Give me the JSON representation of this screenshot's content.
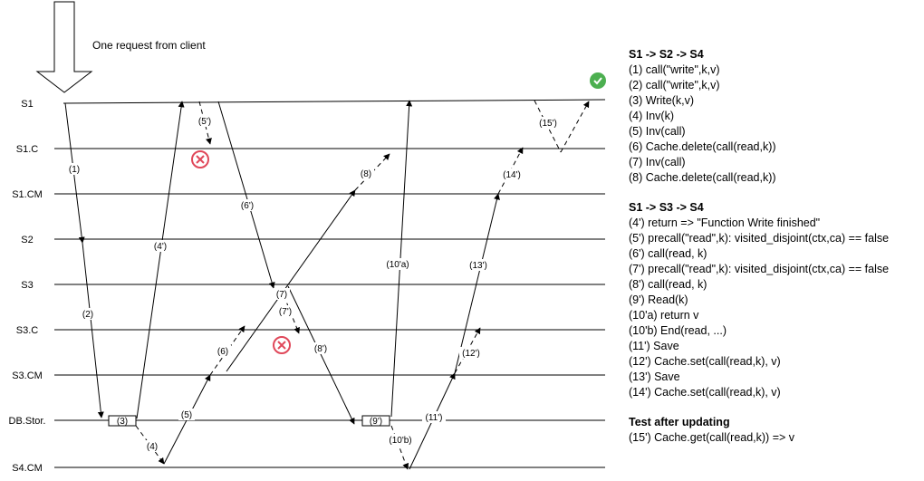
{
  "client_note": "One request from client",
  "lanes": [
    "S1",
    "S1.C",
    "S1.CM",
    "S2",
    "S3",
    "S3.C",
    "S3.CM",
    "DB.Stor.",
    "S4.CM"
  ],
  "message_labels": {
    "m1": "(1)",
    "m2": "(2)",
    "m3": "(3)",
    "m4": "(4)",
    "m4p": "(4')",
    "m5": "(5)",
    "m5p": "(5')",
    "m6": "(6)",
    "m6p": "(6')",
    "m7": "(7)",
    "m7p": "(7')",
    "m8": "(8)",
    "m8p": "(8')",
    "m9p": "(9')",
    "m10a": "(10'a)",
    "m10b": "(10'b)",
    "m11p": "(11')",
    "m12p": "(12')",
    "m13p": "(13')",
    "m14p": "(14')",
    "m15p": "(15')"
  },
  "colors": {
    "fail": "#e0485a",
    "success": "#4caf50"
  },
  "icons": {
    "fail": "x-circle-icon",
    "success": "check-circle-icon"
  },
  "panel": {
    "section1": {
      "title": "S1 -> S2 -> S4",
      "lines": [
        "(1) call(\"write\",k,v)",
        "(2) call(\"write\",k,v)",
        "(3) Write(k,v)",
        "(4) Inv(k)",
        "(5) Inv(call)",
        "(6) Cache.delete(call(read,k))",
        "(7) Inv(call)",
        "(8) Cache.delete(call(read,k))"
      ]
    },
    "section2": {
      "title": "S1 -> S3 -> S4",
      "lines": [
        "(4') return => \"Function Write finished\"",
        "(5') precall(\"read\",k): visited_disjoint(ctx,ca) == false",
        "(6') call(read, k)",
        "(7') precall(\"read\",k): visited_disjoint(ctx,ca) == false",
        "(8') call(read, k)",
        "(9') Read(k)",
        "(10'a) return v",
        "(10'b) End(read, ...)",
        "(11') Save",
        "(12') Cache.set(call(read,k), v)",
        "(13') Save",
        "(14') Cache.set(call(read,k), v)"
      ]
    },
    "section3": {
      "title": "Test after updating",
      "lines": [
        "(15') Cache.get(call(read,k)) => v"
      ]
    }
  }
}
